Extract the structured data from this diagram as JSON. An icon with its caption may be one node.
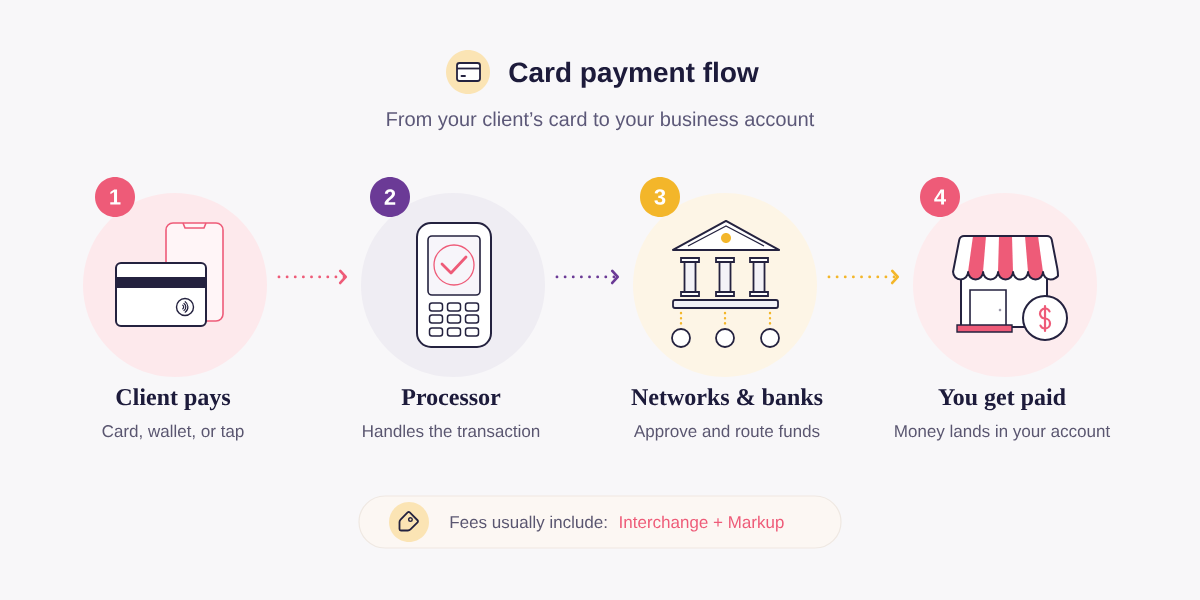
{
  "diagram": {
    "title": "Card payment flow",
    "nodes": [
      {
        "text": [
          "1"
        ]
      },
      {
        "text": [
          "Client pays",
          "Card, wallet, or tap"
        ]
      },
      {
        "text": [
          "2"
        ]
      },
      {
        "text": [
          "Processor",
          "Handles the transaction"
        ]
      },
      {
        "text": [
          "3"
        ]
      },
      {
        "text": [
          "Networks & banks",
          "Approve and route funds"
        ]
      },
      {
        "text": [
          "4"
        ]
      },
      {
        "text": [
          "You get paid",
          "Money lands in your account"
        ]
      },
      {
        "text": [
          "Fees usually include:",
          "Interchange + Markup"
        ]
      }
    ],
    "edges": [
      {
        "from": 1,
        "to": 3,
        "arrow": "to",
        "color": "#ee5b78"
      },
      {
        "from": 3,
        "to": 5,
        "arrow": "to",
        "color": "#6b3a96"
      },
      {
        "from": 5,
        "to": 7,
        "arrow": "to",
        "color": "#f3b62a"
      }
    ],
    "labels": [
      "From your client’s card to your business account"
    ]
  }
}
